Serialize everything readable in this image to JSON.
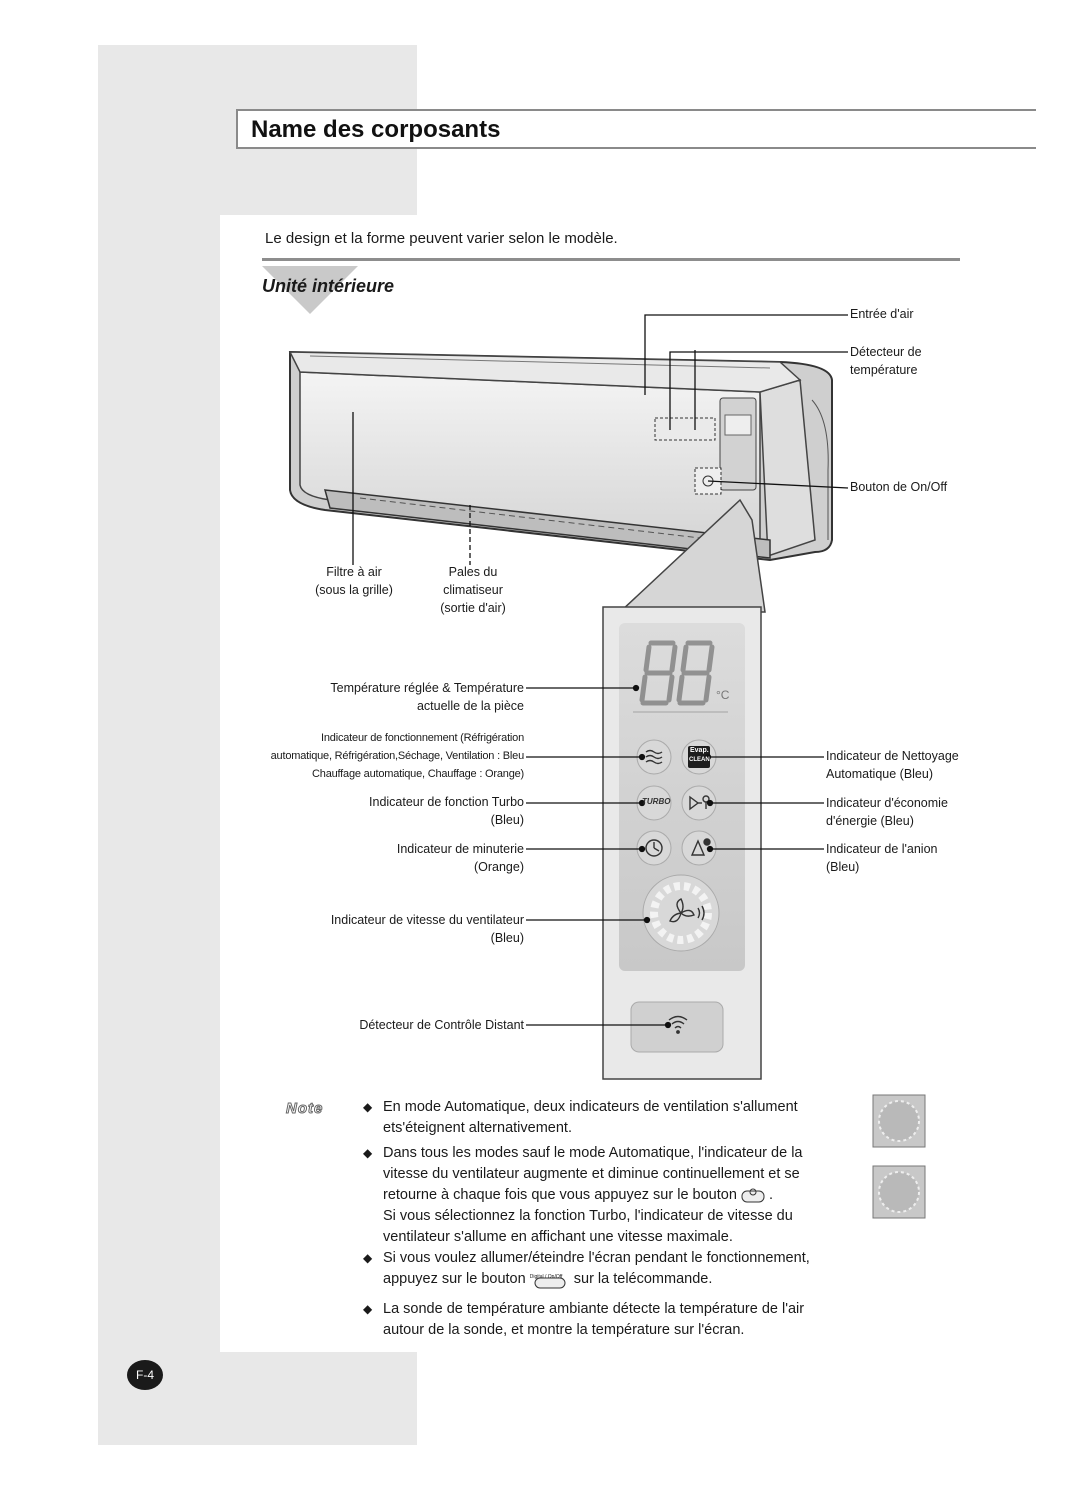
{
  "header": {
    "title": "Name des corposants"
  },
  "intro": "Le design et la forme peuvent varier selon le modèle.",
  "section": {
    "title": "Unité intérieure"
  },
  "unit_labels": {
    "air_inlet": "Entrée d'air",
    "temp_sensor": [
      "Détecteur de",
      "température"
    ],
    "onoff_button": "Bouton de On/Off",
    "air_filter": [
      "Filtre à air",
      "(sous la grille)"
    ],
    "blades": [
      "Pales du",
      "climatiseur",
      "(sortie d'air)"
    ]
  },
  "panel_labels": {
    "temp_display": [
      "Température réglée & Température",
      "actuelle de la pièce"
    ],
    "operation_indicator": [
      "Indicateur de fonctionnement (Réfrigération",
      "automatique, Réfrigération,Séchage, Ventilation : Bleu",
      "Chauffage automatique, Chauffage : Orange)"
    ],
    "turbo_indicator": [
      "Indicateur de fonction Turbo",
      "(Bleu)"
    ],
    "timer_indicator": [
      "Indicateur de minuterie",
      "(Orange)"
    ],
    "fan_speed_indicator": [
      "Indicateur de vitesse du ventilateur",
      "(Bleu)"
    ],
    "remote_sensor": "Détecteur de Contrôle Distant",
    "auto_clean_indicator": [
      "Indicateur de Nettoyage",
      "Automatique (Bleu)"
    ],
    "energy_saving_indicator": [
      "Indicateur d'économie",
      "d'énergie (Bleu)"
    ],
    "anion_indicator": [
      "Indicateur de l'anion",
      "(Bleu)"
    ]
  },
  "panel_text": {
    "display_digits": "88",
    "unit": "°C",
    "evap": "Evap.",
    "clean": "CLEAN",
    "turbo": "TURBO"
  },
  "note_label": "Note",
  "notes": [
    [
      "En mode Automatique, deux indicateurs de ventilation s'allument",
      "ets'éteignent alternativement."
    ],
    [
      "Dans tous les modes sauf le mode Automatique, l'indicateur de la",
      "vitesse du ventilateur augmente et diminue continuellement et se",
      "retourne à chaque fois que vous appuyez sur le bouton",
      "Si vous sélectionnez la fonction Turbo, l'indicateur de vitesse du",
      "ventilateur s'allume en affichant une vitesse maximale."
    ],
    [
      "Si vous voulez allumer/éteindre l'écran pendant le fonctionnement,",
      "appuyez sur le bouton",
      "sur la telécommande."
    ],
    [
      "La sonde de température ambiante détecte la température de l'air",
      "autour de la sonde, et montre la température sur l'écran."
    ]
  ],
  "digital_onoff_label": "Digital / On/Off",
  "page_number": "F-4",
  "colors": {
    "band": "#e8e8e8",
    "rule": "#8d8d8d"
  }
}
